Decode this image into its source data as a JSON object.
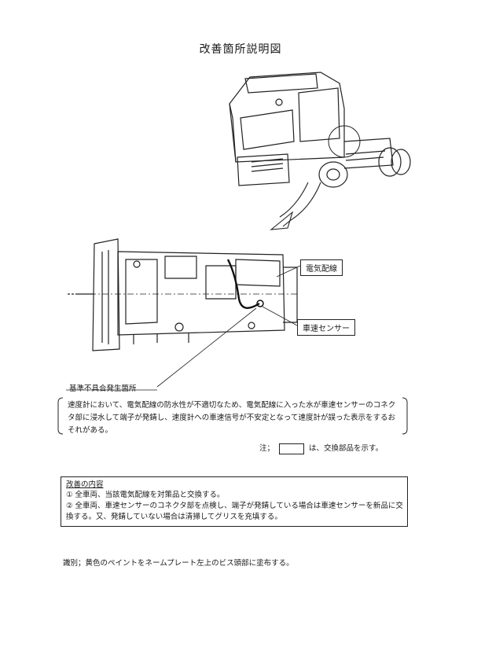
{
  "document": {
    "title": "改善箇所説明図",
    "labels": {
      "wiring": "電気配線",
      "sensor": "車速センサー",
      "defect_location": "基準不具合発生箇所"
    },
    "defect_description": "速度計において、電気配線の防水性が不適切なため、電気配線に入った水が車速センサーのコネクタ部に浸水して端子が発錆し、速度計への車速信号が不安定となって速度計が誤った表示をするおそれがある。",
    "note": {
      "prefix": "注；",
      "suffix": "は、交換部品を示す。"
    },
    "improvement": {
      "heading": "改善の内容",
      "items": [
        "① 全車両、当該電気配線を対策品と交換する。",
        "② 全車両、車速センサーのコネクタ部を点検し、端子が発錆している場合は車速センサーを新品に交換する。又、発錆していない場合は清掃してグリスを充填する。"
      ]
    },
    "identification": "識別；黄色のペイントをネームプレート左上のビス頭部に塗布する。"
  }
}
